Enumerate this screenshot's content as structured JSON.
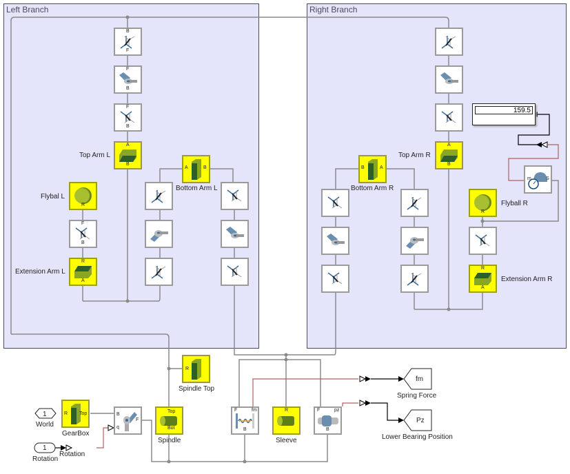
{
  "areas": {
    "left": {
      "title": "Left Branch"
    },
    "right": {
      "title": "Right Branch"
    }
  },
  "blocks": {
    "top_arm_l": {
      "label": "Top Arm L",
      "ports": [
        "A",
        "B"
      ]
    },
    "bottom_arm_l": {
      "label": "Bottom Arm L",
      "ports": [
        "A",
        "B"
      ]
    },
    "flyball_l": {
      "label": "Flybal L",
      "ports": [
        "R"
      ]
    },
    "extension_arm_l": {
      "label": "Extension Arm L",
      "ports": [
        "R",
        "A"
      ]
    },
    "top_arm_r": {
      "label": "Top Arm R",
      "ports": [
        "A",
        "B"
      ]
    },
    "bottom_arm_r": {
      "label": "Bottom Arm R",
      "ports": [
        "B",
        "A"
      ]
    },
    "flyball_r": {
      "label": "Flyball R",
      "ports": [
        "R"
      ]
    },
    "extension_arm_r": {
      "label": "Extension Arm R",
      "ports": [
        "R",
        "A"
      ]
    },
    "spindle_top": {
      "label": "Spindle Top",
      "ports": [
        "R"
      ]
    },
    "gearbox": {
      "label": "GearBox",
      "ports": [
        "R",
        "Top"
      ]
    },
    "spindle": {
      "label": "Spindle",
      "ports": [
        "Top",
        "Bot"
      ]
    },
    "sleeve": {
      "label": "Sleeve",
      "ports": [
        "R"
      ]
    },
    "revolute": {
      "ports": [
        "B",
        "F",
        "q"
      ]
    },
    "spring": {
      "ports": [
        "F",
        "fm",
        "B"
      ]
    },
    "prismatic": {
      "ports": [
        "F",
        "pz",
        "B"
      ]
    },
    "sensor": {
      "ports": [
        "m",
        "S"
      ]
    }
  },
  "frame_ports": {
    "base": "B",
    "follower": "F"
  },
  "ports_io": {
    "world": {
      "number": "1",
      "label": "World"
    },
    "rotation_in": {
      "number": "1",
      "label": "Rotation"
    },
    "rotation_conv": {
      "label": "Rotation"
    },
    "spring_force": {
      "tag": "fm",
      "label": "Spring Force"
    },
    "lower_bearing": {
      "tag": "Pz",
      "label": "Lower Bearing Position"
    }
  },
  "display": {
    "value": "159.5"
  },
  "colors": {
    "area_bg": "#e4e4fa",
    "body_block": "#ffff00",
    "wire": "#8a8a8a",
    "signal_wire": "#b06060"
  }
}
